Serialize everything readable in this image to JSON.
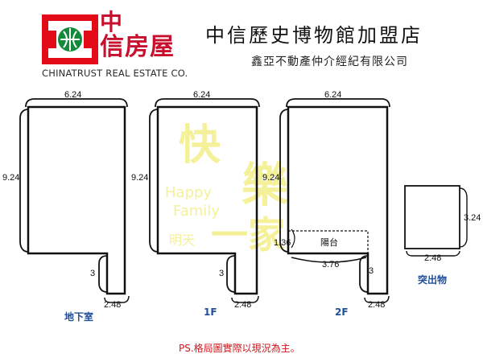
{
  "brand": {
    "logo_line1": "中",
    "logo_line2": "信房屋",
    "logo_en": "CHINATRUST REAL ESTATE CO.",
    "logo_colors": {
      "red": "#e30b17",
      "green": "#138a3a"
    }
  },
  "header": {
    "title": "中信歷史博物館加盟店",
    "subtitle": "鑫亞不動產仲介經紀有限公司"
  },
  "watermark": {
    "big1": "快",
    "big2": "樂",
    "big3": "一家",
    "line1": "Happy",
    "line2": "Family",
    "small": "明天"
  },
  "plans": [
    {
      "label": "地下室",
      "width": "6.24",
      "depth": "9.24",
      "notch_height": "3",
      "notch_width": "2.48"
    },
    {
      "label": "1F",
      "width": "6.24",
      "depth": "9.24",
      "notch_height": "3",
      "notch_width": "2.48"
    },
    {
      "label": "2F",
      "width": "6.24",
      "depth": "9.24",
      "notch_height": "3",
      "notch_width": "2.48",
      "balcony_label": "陽台",
      "balcony_depth": "1.36",
      "balcony_width": "3.76"
    },
    {
      "label": "突出物",
      "width": "2.48",
      "height": "3.24"
    }
  ],
  "note": "PS.格局圖實際以現況為主。"
}
